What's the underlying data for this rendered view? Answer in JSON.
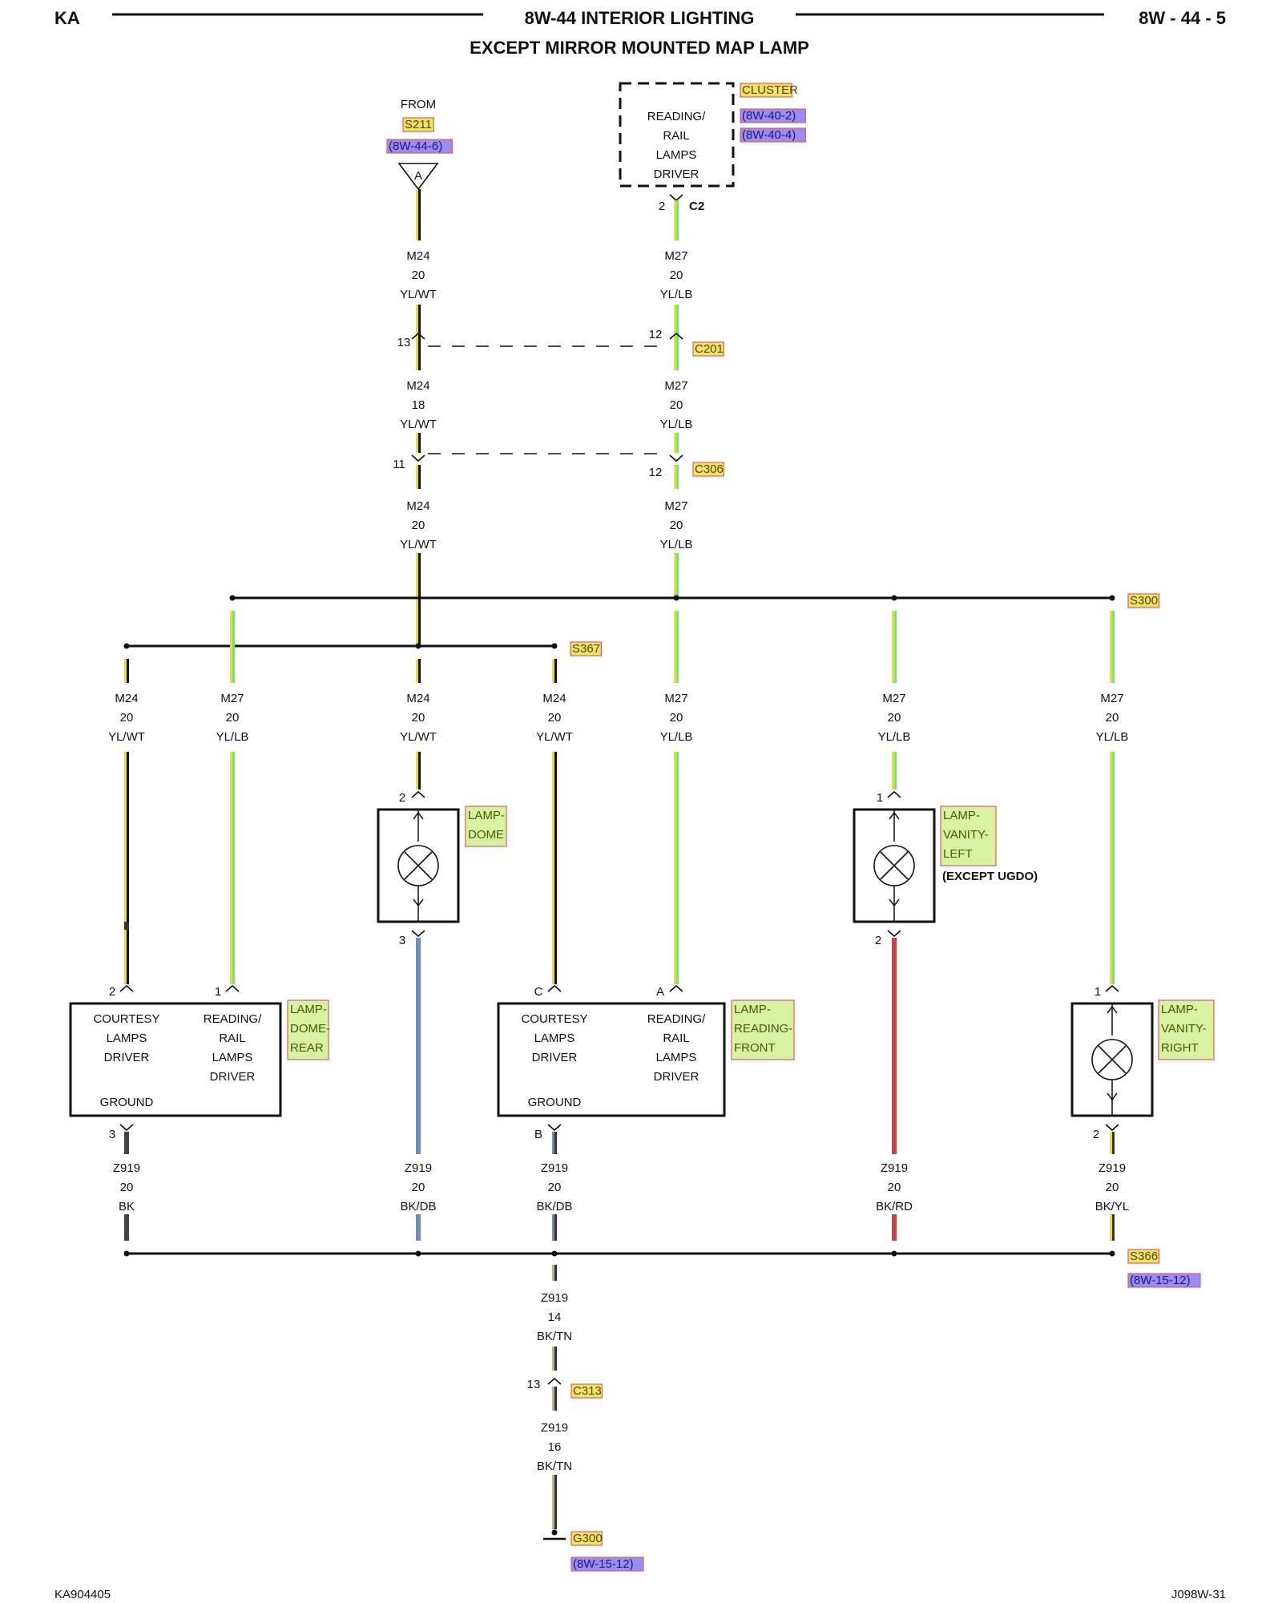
{
  "header": {
    "left": "KA",
    "title": "8W-44 INTERIOR LIGHTING",
    "page": "8W - 44 - 5",
    "subtitle": "EXCEPT MIRROR MOUNTED MAP LAMP"
  },
  "footer": {
    "left": "KA904405",
    "right": "J098W-31"
  },
  "colors": {
    "yellow": "#f5e10a",
    "green": "#7fe07a",
    "blue": "#6d8dbf",
    "red": "#d04040",
    "black": "#111111",
    "tan": "#c8b27a",
    "ref_yellow": "#f1e36a",
    "ref_purple": "#9a8cf2",
    "ref_green": "#d6f2a2",
    "ref_border": "#e06060"
  },
  "source": {
    "from": "FROM",
    "splice": "S211",
    "page_ref": "(8W-44-6)",
    "symbol": "A"
  },
  "cluster": {
    "name": "CLUSTER",
    "refs": [
      "(8W-40-2)",
      "(8W-40-4)"
    ],
    "lines": [
      "READING/",
      "RAIL",
      "LAMPS",
      "DRIVER"
    ],
    "pin": "2",
    "connector": "C2"
  },
  "connectors": {
    "c201": {
      "name": "C201",
      "pin_left": "13",
      "pin_right": "12"
    },
    "c306": {
      "name": "C306",
      "pin_left": "11",
      "pin_right": "12"
    },
    "c313": {
      "name": "C313",
      "pin": "13"
    }
  },
  "wires": {
    "m24_a": [
      "M24",
      "20",
      "YL/WT"
    ],
    "m24_b": [
      "M24",
      "18",
      "YL/WT"
    ],
    "m24_c": [
      "M24",
      "20",
      "YL/WT"
    ],
    "m27_a": [
      "M27",
      "20",
      "YL/LB"
    ],
    "m27_b": [
      "M27",
      "20",
      "YL/LB"
    ],
    "m27_c": [
      "M27",
      "20",
      "YL/LB"
    ],
    "branch1": [
      "M24",
      "20",
      "YL/WT"
    ],
    "branch2": [
      "M27",
      "20",
      "YL/LB"
    ],
    "branch3": [
      "M24",
      "20",
      "YL/WT"
    ],
    "branch4": [
      "M24",
      "20",
      "YL/WT"
    ],
    "branch5": [
      "M27",
      "20",
      "YL/LB"
    ],
    "branch6": [
      "M27",
      "20",
      "YL/LB"
    ],
    "branch7": [
      "M27",
      "20",
      "YL/LB"
    ],
    "gnd1": [
      "Z919",
      "20",
      "BK"
    ],
    "gnd2": [
      "Z919",
      "20",
      "BK/DB"
    ],
    "gnd3": [
      "Z919",
      "20",
      "BK/DB"
    ],
    "gnd4": [
      "Z919",
      "20",
      "BK/RD"
    ],
    "gnd5": [
      "Z919",
      "20",
      "BK/YL"
    ],
    "gnd_main": [
      "Z919",
      "14",
      "BK/TN"
    ],
    "gnd_final": [
      "Z919",
      "16",
      "BK/TN"
    ]
  },
  "splices": {
    "s300": "S300",
    "s367": "S367",
    "s366": "S366",
    "s366_ref": "(8W-15-12)"
  },
  "ground": {
    "name": "G300",
    "ref": "(8W-15-12)"
  },
  "components": {
    "dome_rear": {
      "name_lines": [
        "LAMP-",
        "DOME-",
        "REAR"
      ],
      "left_lines": [
        "COURTESY",
        "LAMPS",
        "DRIVER"
      ],
      "right_lines": [
        "READING/",
        "RAIL",
        "LAMPS",
        "DRIVER"
      ],
      "ground_label": "GROUND",
      "pin_top_left": "2",
      "pin_top_right": "1",
      "pin_bottom": "3"
    },
    "dome": {
      "name_lines": [
        "LAMP-",
        "DOME"
      ],
      "pin_top": "2",
      "pin_bottom": "3"
    },
    "reading_front": {
      "name_lines": [
        "LAMP-",
        "READING-",
        "FRONT"
      ],
      "left_lines": [
        "COURTESY",
        "LAMPS",
        "DRIVER"
      ],
      "right_lines": [
        "READING/",
        "RAIL",
        "LAMPS",
        "DRIVER"
      ],
      "ground_label": "GROUND",
      "pin_top_left": "C",
      "pin_top_right": "A",
      "pin_bottom": "B"
    },
    "vanity_left": {
      "name_lines": [
        "LAMP-",
        "VANITY-",
        "LEFT"
      ],
      "note": "(EXCEPT UGDO)",
      "pin_top": "1",
      "pin_bottom": "2"
    },
    "vanity_right": {
      "name_lines": [
        "LAMP-",
        "VANITY-",
        "RIGHT"
      ],
      "pin_top": "1",
      "pin_bottom": "2"
    }
  }
}
